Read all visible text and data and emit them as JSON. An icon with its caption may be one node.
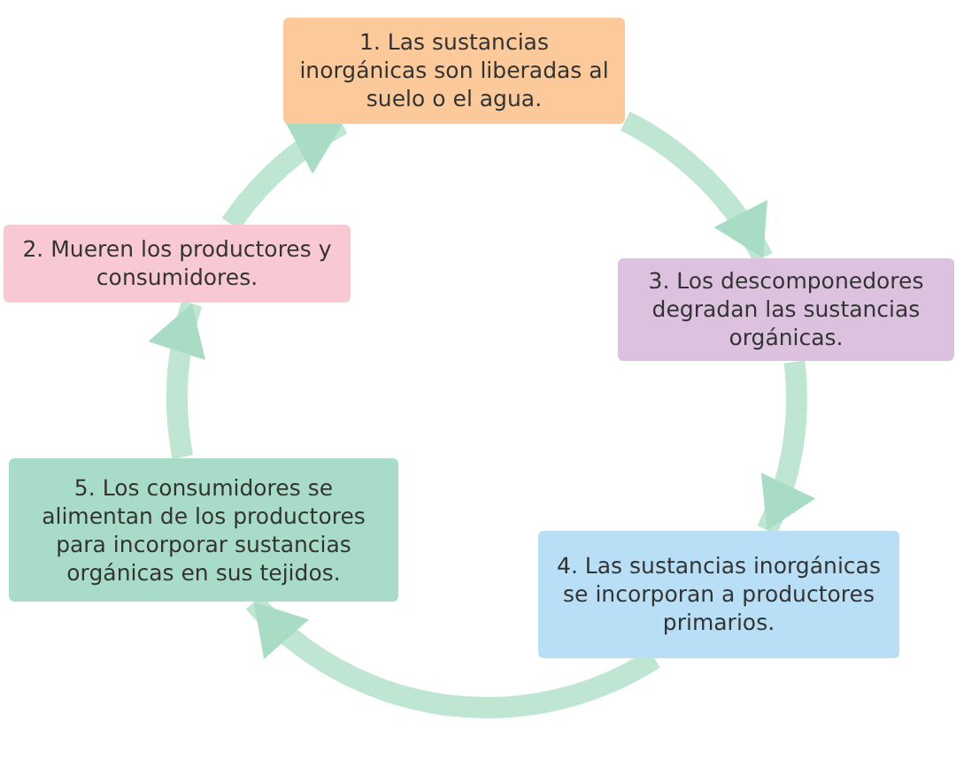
{
  "diagram": {
    "nodes": [
      {
        "text": [
          "1. Las sustancias inorgánicas son liberadas al suelo o el agua."
        ]
      },
      {
        "text": [
          "2. Mueren los productores y consumidores."
        ]
      },
      {
        "text": [
          "3. Los descomponedores degradan las sustancias orgánicas."
        ]
      },
      {
        "text": [
          "4. Las sustancias inorgánicas se incorporan a productores primarios."
        ]
      },
      {
        "text": [
          "5. Los consumidores se alimentan de los productores para incorporar sustancias orgánicas en sus tejidos."
        ]
      }
    ],
    "edges": [
      {
        "from": 0,
        "to": 2,
        "arrow": "to"
      },
      {
        "from": 2,
        "to": 3,
        "arrow": "to"
      },
      {
        "from": 3,
        "to": 4,
        "arrow": "to"
      },
      {
        "from": 4,
        "to": 1,
        "arrow": "to"
      },
      {
        "from": 1,
        "to": 0,
        "arrow": "to"
      }
    ]
  }
}
